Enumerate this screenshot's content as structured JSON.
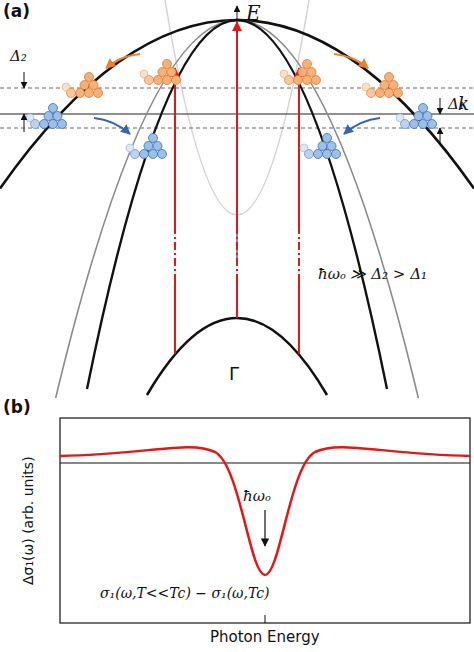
{
  "diagram": {
    "labels": [
      "(a)",
      "E",
      "Δ₂",
      "Δ₁",
      "k",
      "ħωₒ ≫ Δ₂ > Δ₁",
      "Γ",
      "(b)",
      "Δσ₁(ω)  (arb. units)",
      "ħωₒ",
      "σ₁(ω,T<<Tc) − σ₁(ω,Tc)",
      "Photon Energy"
    ]
  }
}
